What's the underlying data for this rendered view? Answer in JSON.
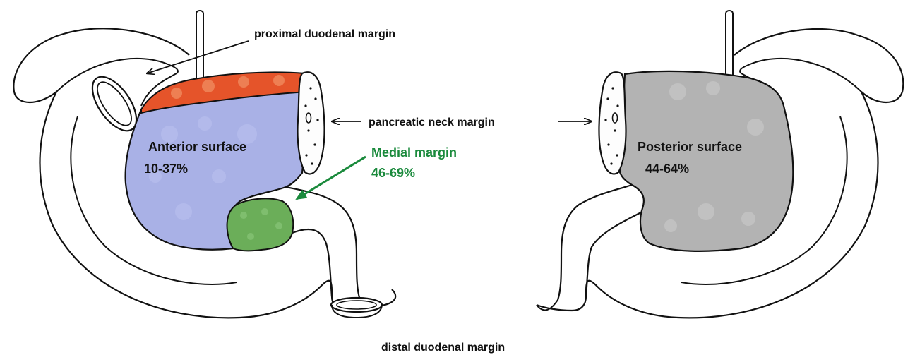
{
  "labels": {
    "proximal_duodenal_margin": "proximal duodenal margin",
    "pancreatic_neck_margin": "pancreatic neck margin",
    "distal_duodenal_margin": "distal duodenal margin",
    "anterior_surface": {
      "title": "Anterior surface",
      "range": "10-37%"
    },
    "medial_margin": {
      "title": "Medial margin",
      "range": "46-69%"
    },
    "posterior_surface": {
      "title": "Posterior surface",
      "range": "44-64%"
    }
  },
  "colors": {
    "anterior_surface": "#a9b1e6",
    "proximal_margin_region": "#e5542a",
    "medial_margin_region": "#6bae59",
    "medial_text": "#1a8a3c",
    "posterior_surface": "#b3b3b3",
    "outline": "#111111"
  }
}
